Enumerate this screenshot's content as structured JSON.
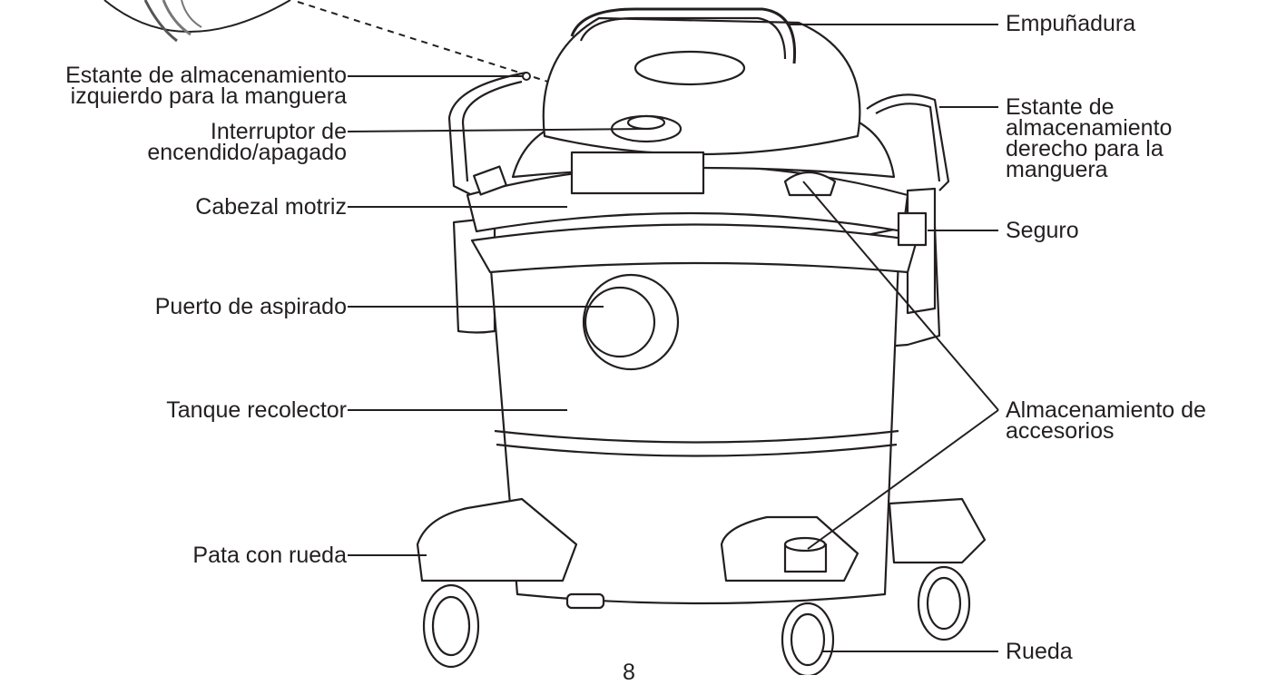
{
  "labels": {
    "empunadura": "Empuñadura",
    "estante_izq": [
      "Estante de almacenamiento",
      "izquierdo para la manguera"
    ],
    "interruptor": [
      "Interruptor de",
      "encendido/apagado"
    ],
    "cabezal": "Cabezal motriz",
    "puerto": "Puerto de aspirado",
    "tanque": "Tanque recolector",
    "pata": "Pata con rueda",
    "estante_der": [
      "Estante de",
      "almacenamiento",
      "derecho para la",
      "manguera"
    ],
    "seguro": "Seguro",
    "almacenamiento_acc": [
      "Almacenamiento de",
      "accesorios"
    ],
    "rueda": "Rueda"
  },
  "page_number": "8"
}
